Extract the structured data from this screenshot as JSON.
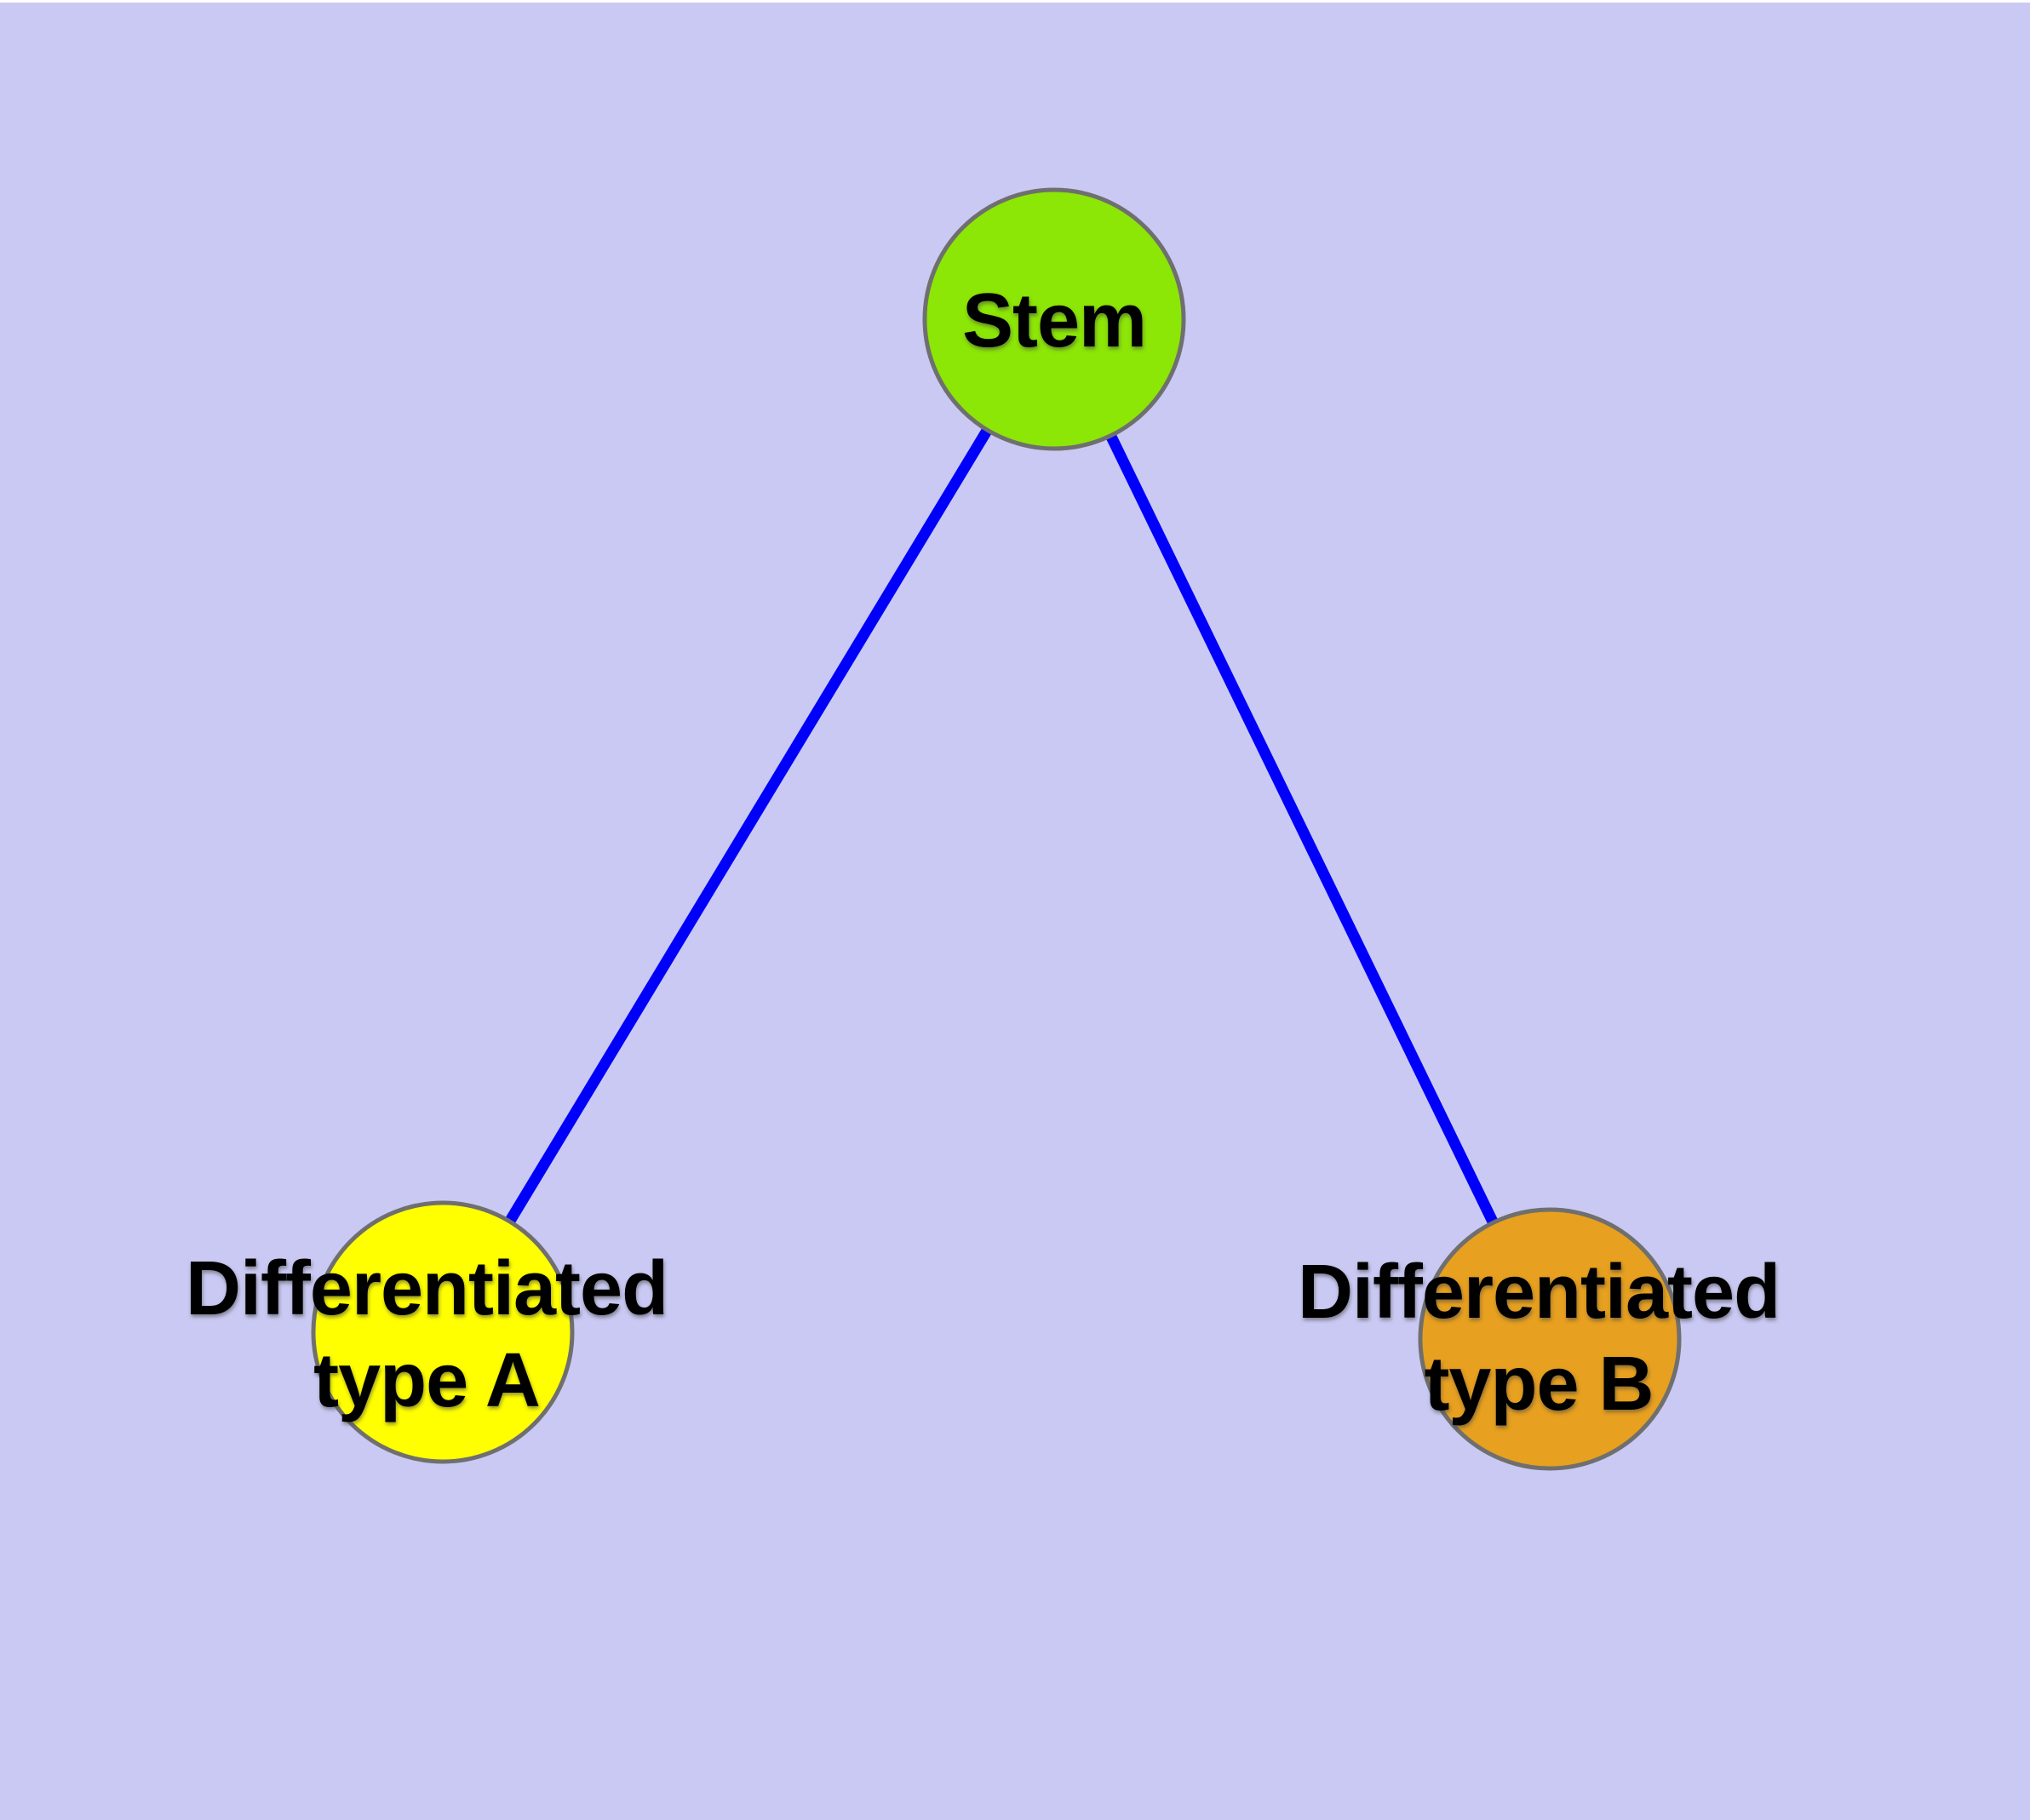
{
  "diagram": {
    "type": "node-link-graph",
    "background_color": "#c9c9f3",
    "edge_color": "#0000fa",
    "node_border_color": "#6f6f6f",
    "label_color": "#000000",
    "nodes": [
      {
        "id": "stem",
        "label": "Stem",
        "label_lines": [
          "Stem"
        ],
        "color": "#8ce606"
      },
      {
        "id": "differentiated-type-a",
        "label": "Differentiated type A",
        "label_lines": [
          "Differentiated",
          "type A"
        ],
        "color": "#ffff00"
      },
      {
        "id": "differentiated-type-b",
        "label": "Differentiated type B",
        "label_lines": [
          "Differentiated",
          "type B"
        ],
        "color": "#e7a01f"
      }
    ],
    "edges": [
      {
        "from": "Stem",
        "to": "Differentiated type A"
      },
      {
        "from": "Stem",
        "to": "Differentiated type B"
      }
    ]
  }
}
